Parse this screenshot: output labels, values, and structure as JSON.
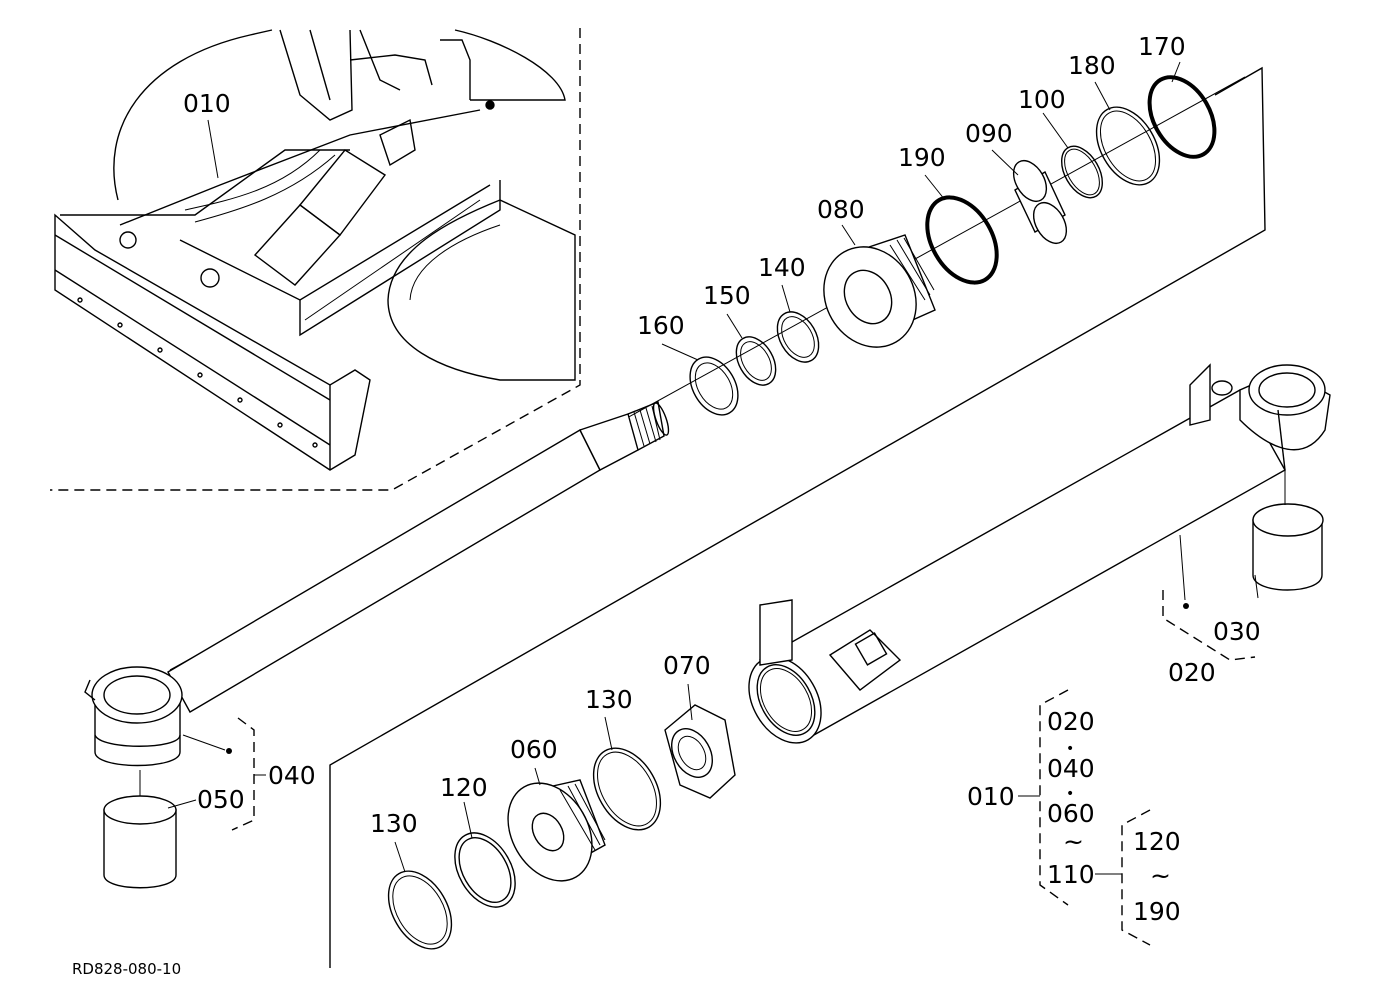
{
  "diagram": {
    "reference_code": "RD828-080-10",
    "inset_label": "010",
    "parts": {
      "p170": "170",
      "p180": "180",
      "p100": "100",
      "p090": "090",
      "p190": "190",
      "p080": "080",
      "p140": "140",
      "p150": "150",
      "p160": "160",
      "p070": "070",
      "p130a": "130",
      "p060": "060",
      "p120": "120",
      "p130b": "130",
      "p040": "040",
      "p050": "050",
      "p030": "030",
      "p020": "020"
    },
    "assembly": {
      "root": "010",
      "items": [
        "020",
        "040",
        "060",
        "110"
      ],
      "dot": "•",
      "tilde": "~",
      "sub_from": "120",
      "sub_to": "190"
    }
  }
}
